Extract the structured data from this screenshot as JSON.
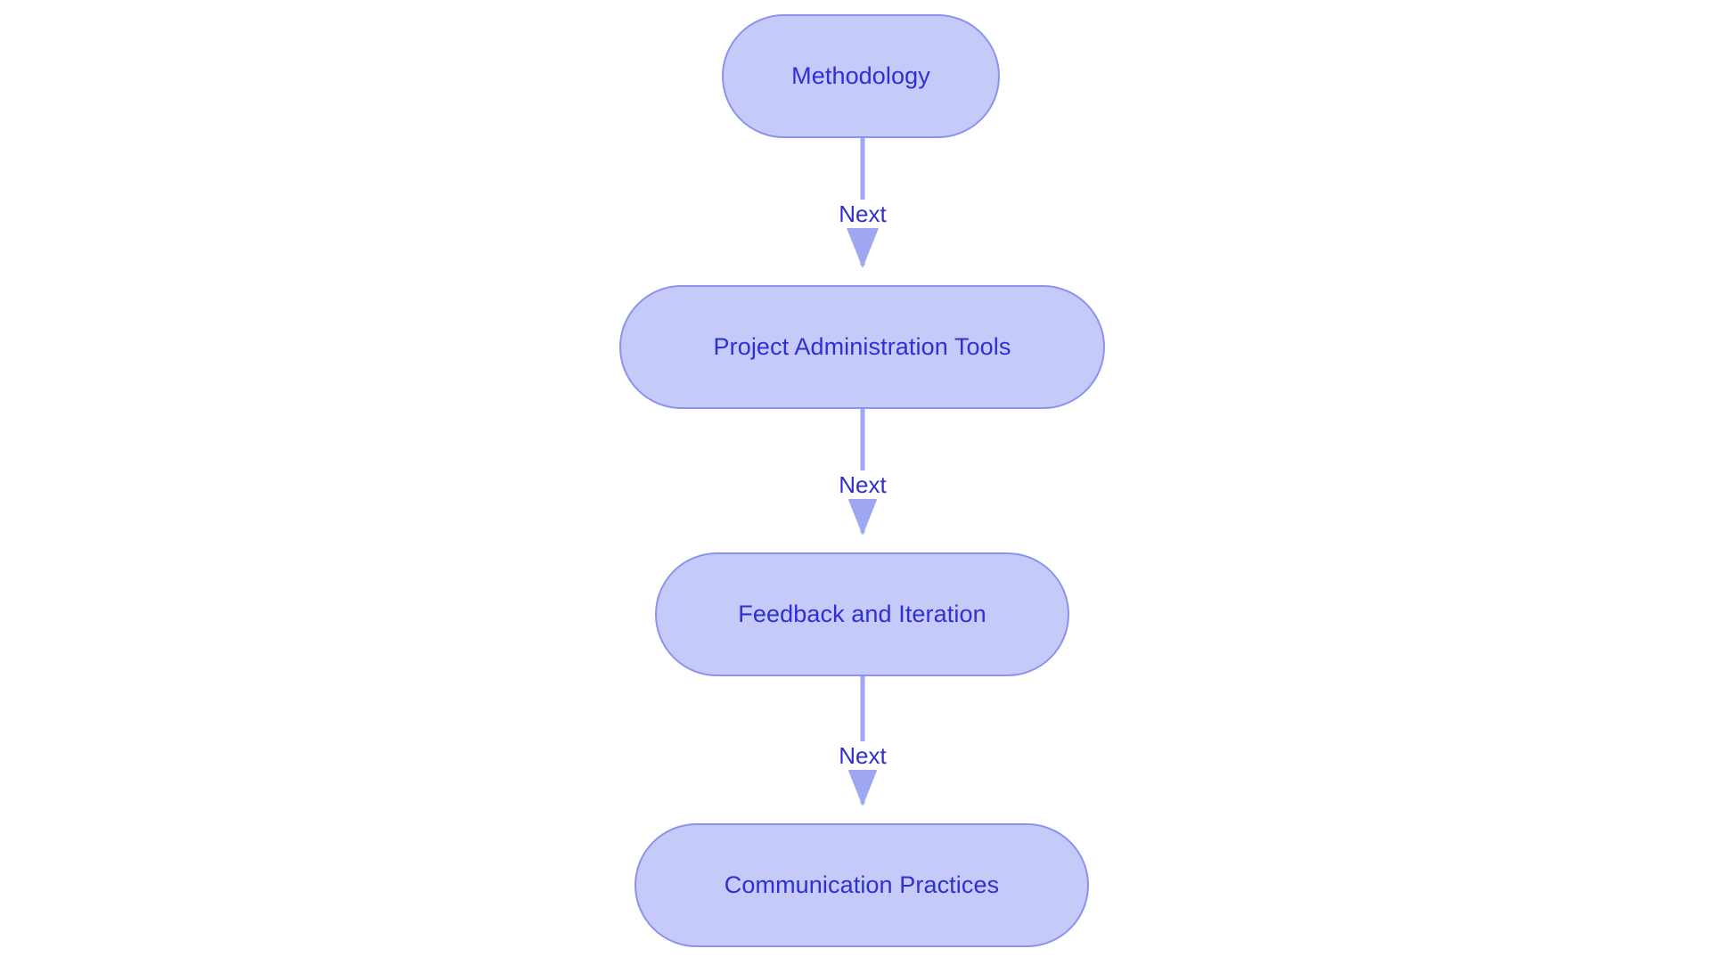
{
  "diagram": {
    "type": "flowchart",
    "direction": "top-to-bottom",
    "background_color": "#ffffff",
    "node_fill_color": "#c5caf9",
    "node_border_color": "#8b92ef",
    "node_text_color": "#2f2fd4",
    "edge_color": "#9fa6f2",
    "edge_label_text_color": "#2f2fd4",
    "nodes": [
      {
        "id": "methodology",
        "label": "Methodology"
      },
      {
        "id": "admin-tools",
        "label": "Project Administration Tools"
      },
      {
        "id": "feedback",
        "label": "Feedback and Iteration"
      },
      {
        "id": "communication",
        "label": "Communication Practices"
      }
    ],
    "edges": [
      {
        "from": "methodology",
        "to": "admin-tools",
        "label": "Next"
      },
      {
        "from": "admin-tools",
        "to": "feedback",
        "label": "Next"
      },
      {
        "from": "feedback",
        "to": "communication",
        "label": "Next"
      }
    ]
  }
}
